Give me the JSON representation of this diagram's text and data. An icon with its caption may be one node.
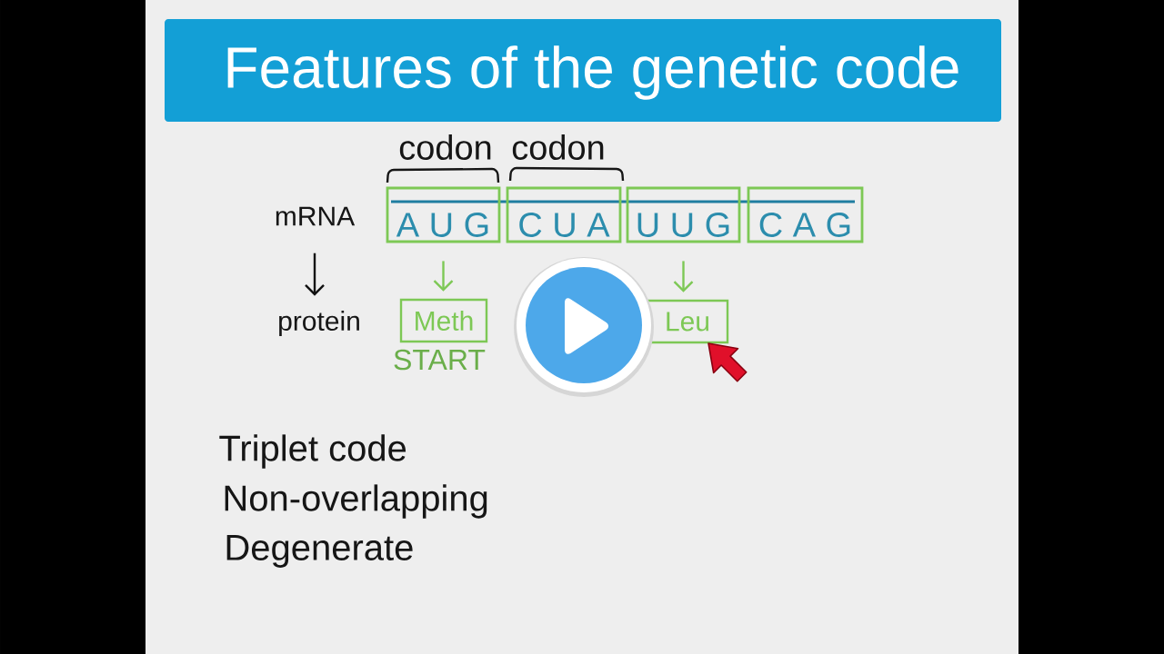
{
  "diagram": {
    "title": "Features of the genetic code",
    "nodes": [
      {
        "text": [
          "mRNA"
        ]
      },
      {
        "text": [],
        "shape": "bar"
      },
      {
        "text": [
          "A U G"
        ]
      },
      {
        "text": [
          "C U A"
        ]
      },
      {
        "text": [
          "U U G"
        ]
      },
      {
        "text": [
          "C A G"
        ]
      },
      {
        "text": [
          "protein"
        ]
      },
      {
        "text": [
          "Meth"
        ],
        "beside": [
          "START"
        ]
      },
      {
        "text": [
          "Leu"
        ]
      }
    ],
    "edges": [
      {
        "from": 0,
        "to": 6,
        "arrow": "to",
        "color": "#111111"
      },
      {
        "from": 2,
        "to": 7,
        "arrow": "to"
      },
      {
        "from": 4,
        "to": 8,
        "arrow": "to"
      }
    ],
    "labels": [
      "codon",
      "codon",
      "Triplet code",
      "Non-overlapping",
      "Degenerate"
    ]
  }
}
